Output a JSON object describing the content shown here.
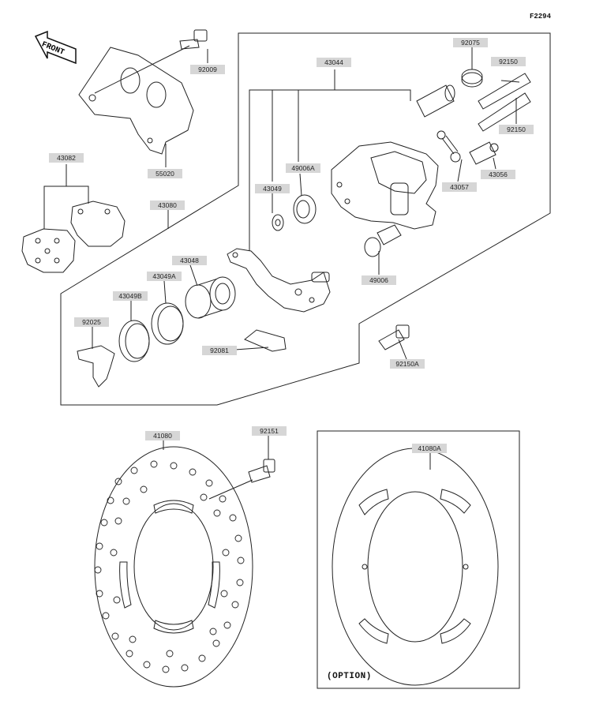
{
  "diagram_code": "F2294",
  "front_label": "FRONT",
  "option_label": "(OPTION)",
  "parts": {
    "p92009": "92009",
    "p55020": "55020",
    "p43082": "43082",
    "p43080": "43080",
    "p43044": "43044",
    "p92075": "92075",
    "p92150": "92150",
    "p92150b": "92150",
    "p49006A": "49006A",
    "p43049": "43049",
    "p43057": "43057",
    "p43056": "43056",
    "p49006": "49006",
    "p43048": "43048",
    "p43049A": "43049A",
    "p43049B": "43049B",
    "p92025": "92025",
    "p92081": "92081",
    "p92150A": "92150A",
    "p41080": "41080",
    "p92151": "92151",
    "p41080A": "41080A"
  }
}
